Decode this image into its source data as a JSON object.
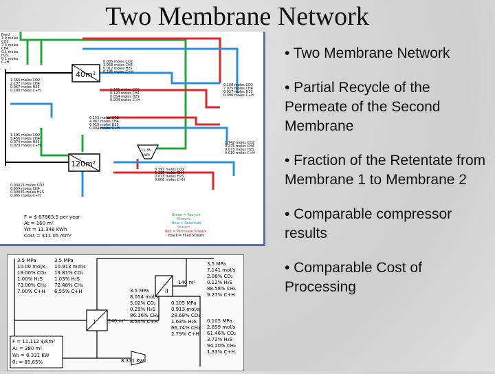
{
  "slide": {
    "title": "Two Membrane Network",
    "bullets": [
      "• Two Membrane Network",
      "• Partial Recycle of the Permeate of the Second Membrane",
      "• Fraction of the Retentate from Membrane 1 to Membrane 2",
      "• Comparable compressor results",
      "• Comparable Cost of Processing"
    ]
  },
  "diagram1": {
    "feed": [
      "Feed",
      "1.9 moles",
      "CO2",
      "7.3 moles",
      "CH4",
      "0.1 moles",
      "H2S",
      "0.1 moles",
      "C+H"
    ],
    "membrane1": "40m²",
    "membrane2": "120m²",
    "compressor": [
      "11.35",
      "kWh"
    ],
    "streams": {
      "m1_permeate": [
        "0.005 moles CO2",
        "2.058 moles CH4",
        "0.012 moles H2S",
        "0.186 moles C+H"
      ],
      "m1_left": [
        "1.350 moles CO2",
        "2.237 moles CH4",
        "0.067 moles H2S",
        "0.190 moles C+H"
      ],
      "recycle_mid": [
        "1.345 moles CO2",
        "0.120 moles CH4",
        "0.054 moles H2S",
        "0.004 moles C+H"
      ],
      "right_out": [
        "0.158 moles CO2",
        "7.025 moles CH4",
        "0.027 moles H2S",
        "0.090 moles C+H"
      ],
      "mid_block": [
        "0.153 moles CO2",
        "4.967 moles CH4",
        "0.015 moles H2S",
        "0.004 moles C+H"
      ],
      "m2_feed": [
        "1.495 moles CO2",
        "5.456 moles CH4",
        "0.074 moles H2S",
        "0.023 moles C+H"
      ],
      "right_low": [
        "1.742 moles CO2",
        "0.275 moles CH4",
        "0.073 moles H2S",
        "0.010 moles C+H"
      ],
      "comp_out": [
        "0.397 moles CO2",
        "0.155 moles CH4",
        "0.073 moles H2S",
        "0.006 moles C+H"
      ],
      "m2_bottom": [
        "0.00015 moles CO2",
        "0.059 moles CH4",
        "0.00035 moles H2S",
        "0.005 moles C+H"
      ]
    },
    "summary": [
      "F = $ 67863.5 per year",
      "At = 160 m²",
      "Wt = 11.346 KWh",
      "Cost = $11.05 /Km³"
    ],
    "legend": [
      "Green = Recycle",
      "Stream",
      "Blue = Retentate",
      "Stream",
      "Red = Permeate Stream",
      "Black = Feed Stream"
    ],
    "colors": {
      "feed": "#000000",
      "recycle": "#1ea838",
      "retentate": "#2a8fd6",
      "permeate": "#e0242a"
    }
  },
  "diagram2": {
    "col1": [
      "3.5 MPa",
      "10.00 mol/s",
      "19.00% CO₂",
      "1.00% H₂S",
      "73.00% CH₄",
      "7.00% C+H"
    ],
    "col2": [
      "3.5 MPa",
      "10.913 mol/s",
      "19.81% CO₂",
      "1.03% H₂S",
      "72.48% CH₄",
      "6.55% C+H"
    ],
    "stream_mid": [
      "3.5 MPa",
      "8.054 mol/s",
      "5.02% CO₂",
      "0.29% H₂S",
      "86.16% CH₄",
      "8.54% C+H"
    ],
    "stream_perm": [
      "0.105 MPa",
      "0.913 mol/s",
      "28.68% CO₂",
      "1.63% H₂S",
      "66.74% CH₄",
      "2.79% C+H"
    ],
    "top_right": [
      "3.5 MPa",
      "7.141 mol/s",
      "2.06% CO₂",
      "0.12% H₂S",
      "88.58% CH₄",
      "9.27% C+H"
    ],
    "bottom_right": [
      "0.105 MPa",
      "2.859 mol/s",
      "61.46% CO₂",
      "3.72% H₂S",
      "94.10% CH₄",
      "1.33% C+H"
    ],
    "membrane1": "240 m²",
    "membrane2": "140 m²",
    "m1_mark": "I",
    "m2_mark": "II",
    "compressor_kw": "8.331 KW",
    "summary": [
      "F = 11.112 $/Km³",
      "A₁ = 380 m²",
      "W₁ = 8.331 KW",
      "θ₁ = 85.65%"
    ]
  }
}
